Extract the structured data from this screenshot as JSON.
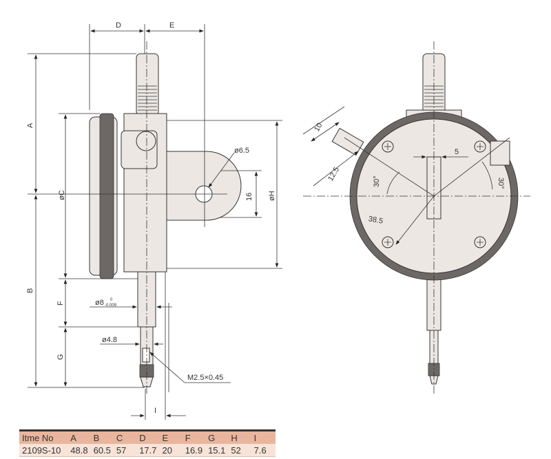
{
  "dimension_labels": {
    "D": "D",
    "E": "E",
    "A": "A",
    "C": "øC",
    "B": "B",
    "F": "F",
    "G": "G",
    "I": "I",
    "hole": "ø6.5",
    "lug": "16",
    "H": "øH",
    "stem": "ø8",
    "tol_upper": "0",
    "tol_lower": "-0.009",
    "spindle": "ø4.8",
    "thread": "M2.5×0.45",
    "r10": "10",
    "r12_5": "12.5",
    "ang1": "30°",
    "w5": "5",
    "ang2": "30°",
    "r38_5": "38.5"
  },
  "table": {
    "headers": [
      "Itme No",
      "A",
      "B",
      "C",
      "D",
      "E",
      "F",
      "G",
      "H",
      "I"
    ],
    "rows": [
      [
        "2109S-10",
        "48.8",
        "60.5",
        "57",
        "17.7",
        "20",
        "16.9",
        "15.1",
        "52",
        "7.6"
      ]
    ]
  }
}
